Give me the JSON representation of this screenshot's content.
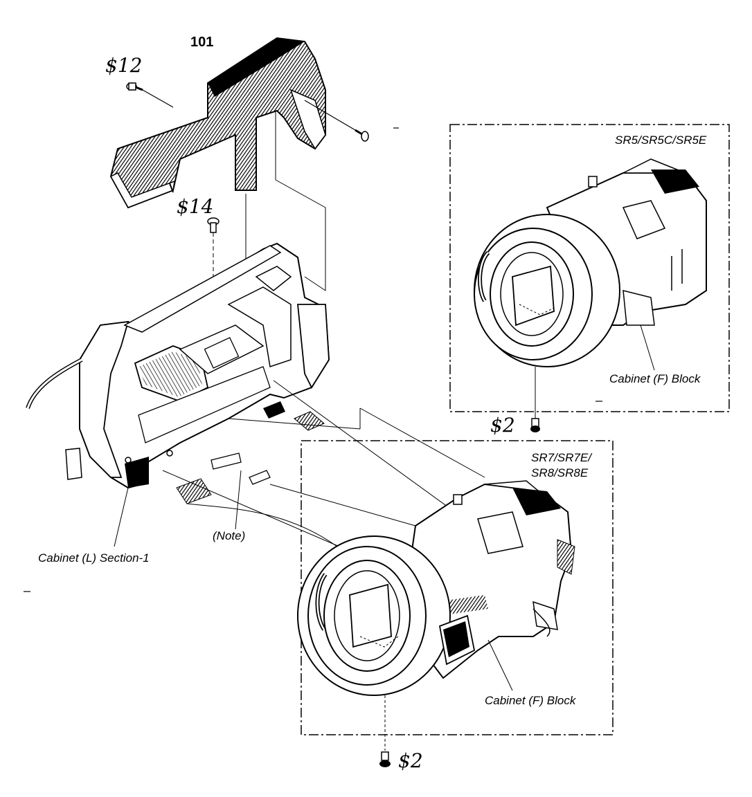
{
  "labels": {
    "part_101": "101",
    "screw_12": "12",
    "screw_14": "14",
    "screw_2_upper": "2",
    "screw_2_lower": "2",
    "model_top": "SR5/SR5C/SR5E",
    "model_bottom_line1": "SR7/SR7E/",
    "model_bottom_line2": "SR8/SR8E",
    "cabinet_f_top": "Cabinet (F) Block",
    "cabinet_f_bottom": "Cabinet (F) Block",
    "cabinet_l": "Cabinet (L) Section-1",
    "note": "(Note)"
  },
  "icons": [
    "screw-icon",
    "lens-block-icon",
    "camcorder-body-icon",
    "top-cover-icon",
    "flex-cable-icon"
  ]
}
